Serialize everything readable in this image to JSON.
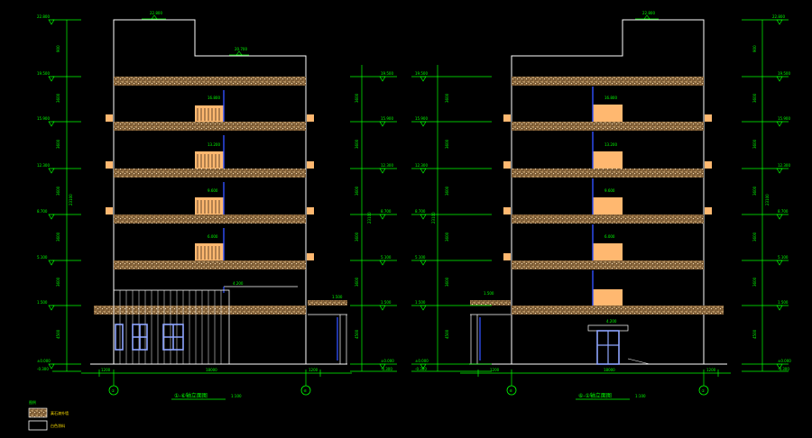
{
  "colors": {
    "background": "#000000",
    "outline": "#ffffff",
    "dimension": "#00ff00",
    "hatch_fill": "#7a5a34",
    "hatch_dot": "#ffd9a0",
    "accent_orange": "#ffb870",
    "window_blue": "#3050ff",
    "glass_blue": "#8fa6ff",
    "annotation": "#ffe000"
  },
  "left_elevation": {
    "title": "①-⑥轴立面图",
    "scale": "1:100",
    "axis_start": "①",
    "axis_end": "⑥",
    "span_dim": "18000",
    "side_dims": [
      "1200",
      "1200"
    ],
    "roof_level": "22.800",
    "parapet_level": "20.700",
    "floor_levels": [
      "19.500",
      "15.900",
      "12.300",
      "8.700",
      "5.100",
      "1.500"
    ],
    "ground_level": "±0.000",
    "base_level": "-0.300",
    "segment_dims": [
      "900",
      "3600",
      "3600",
      "3600",
      "3600",
      "3600",
      "4500",
      "300"
    ],
    "total_dim": "23100",
    "window_levels": [
      "16.800",
      "13.200",
      "9.600",
      "6.000"
    ],
    "canopy_level": "4.200"
  },
  "right_elevation": {
    "title": "⑥-①轴立面图",
    "scale": "1:100",
    "axis_start": "⑥",
    "axis_end": "①",
    "span_dim": "18000",
    "side_dims": [
      "1200",
      "1200"
    ],
    "roof_level": "22.800",
    "floor_levels": [
      "19.500",
      "15.900",
      "12.300",
      "8.700",
      "5.100",
      "1.500"
    ],
    "ground_level": "±0.000",
    "base_level": "-0.300",
    "segment_dims": [
      "900",
      "3600",
      "3600",
      "3600",
      "3600",
      "3600",
      "4500",
      "300"
    ],
    "total_dim": "23100",
    "window_levels": [
      "16.800",
      "13.200",
      "9.600",
      "6.000"
    ],
    "canopy_level": "4.200"
  },
  "legend": {
    "title": "图例",
    "items": [
      {
        "label": "真石漆外墙",
        "swatch": "hatch"
      },
      {
        "label": "白色涂料",
        "swatch": "plain"
      }
    ]
  }
}
